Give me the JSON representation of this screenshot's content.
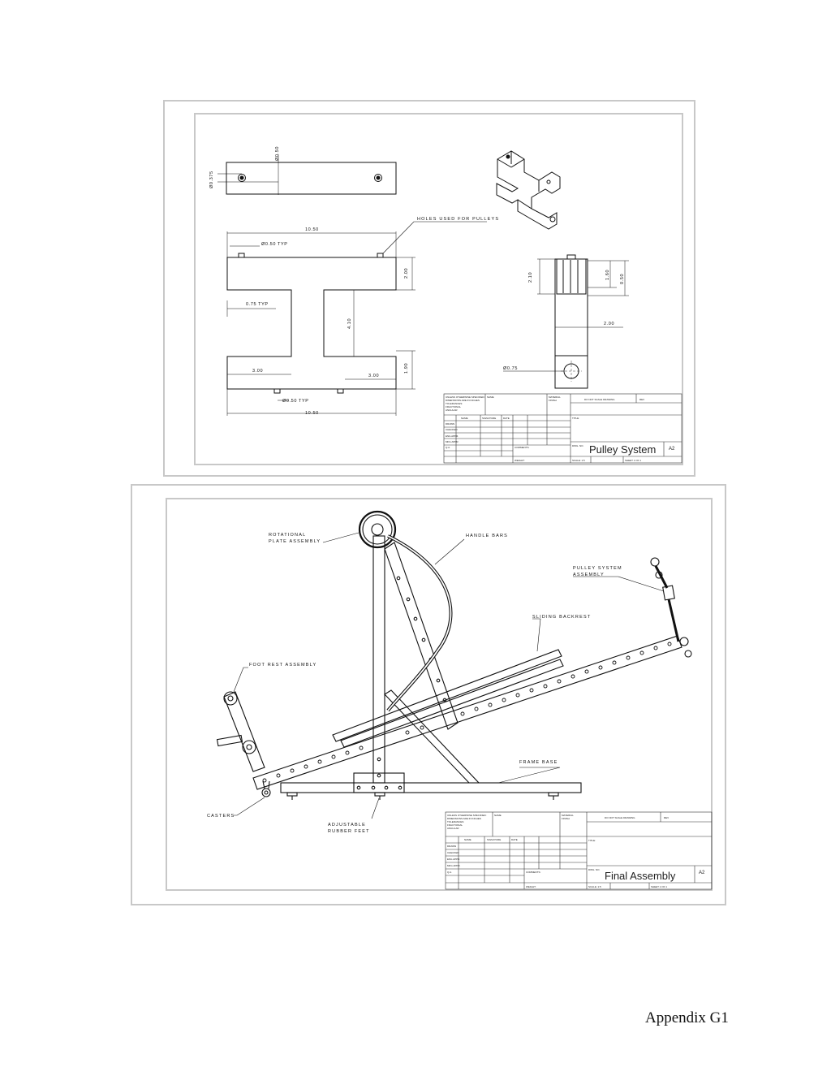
{
  "sheet1": {
    "title": "Pulley System",
    "size": "A2",
    "notes": {
      "holes": "HOLES USED FOR PULLEYS"
    },
    "dims": {
      "d_a": "Ø0.375",
      "d_b": "Ø0.50",
      "d_c": "10.50",
      "d_d": "Ø0.50 TYP",
      "d_e": "0.75 TYP",
      "d_f": "2.00",
      "d_g": "4.10",
      "d_h": "3.00",
      "d_i": "3.00",
      "d_j": "1.90",
      "d_k": "Ø0.50 TYP",
      "d_l": "10.50",
      "d_m": "2.10",
      "d_n": "1.60",
      "d_o": "0.50",
      "d_p": "2.00",
      "d_q": "Ø0.75"
    }
  },
  "sheet2": {
    "title": "Final Assembly",
    "size": "A2",
    "callouts": {
      "rotational": "ROTATIONAL PLATE ASSEMBLY",
      "rotational_l1": "ROTATIONAL",
      "rotational_l2": "PLATE ASSEMBLY",
      "handle": "HANDLE BARS",
      "pulley_l1": "PULLEY SYSTEM",
      "pulley_l2": "ASSEMBLY",
      "sliding": "SLIDING BACKREST",
      "footrest": "FOOT REST ASSEMBLY",
      "frame": "FRAME BASE",
      "casters": "CASTERS",
      "feet_l1": "ADJUSTABLE",
      "feet_l2": "RUBBER FEET"
    }
  },
  "titleblock": {
    "c1": "UNLESS OTHERWISE SPECIFIED:",
    "c2": "DIMENSIONS ARE IN INCHES",
    "c3": "TOLERANCES:",
    "c4": "FRACTIONAL",
    "c5": "ANGULAR",
    "name": "NAME",
    "drawn": "DRAWN",
    "checked": "CHECKED",
    "engappr": "ENG APPR.",
    "mfgappr": "MFG APPR.",
    "qa": "Q.A.",
    "comments": "COMMENTS:",
    "material": "MATERIAL",
    "finish": "FINISH",
    "date": "DATE",
    "title": "TITLE:",
    "dwgno": "DWG. NO.",
    "rev": "REV",
    "scale": "SCALE: 1:5",
    "sheet": "SHEET 1 OF 1",
    "weight": "WEIGHT:",
    "donot": "DO NOT SCALE DRAWING",
    "signature": "SIGNATURE"
  },
  "caption": "Appendix G1"
}
